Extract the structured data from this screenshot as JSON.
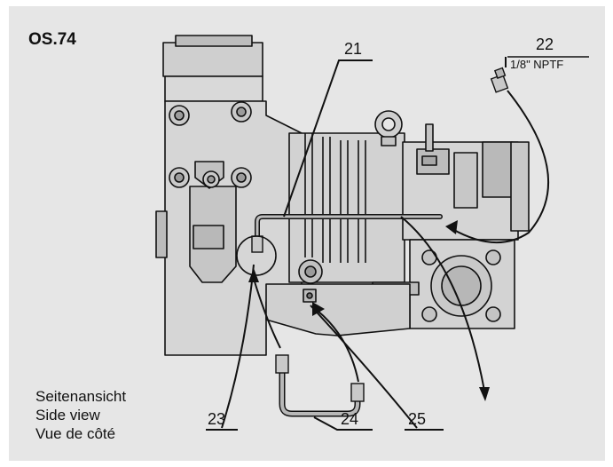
{
  "model_label": "OS.74",
  "captions": [
    "Seitenansicht",
    "Side view",
    "Vue de côté"
  ],
  "callouts": {
    "c21": "21",
    "c22": "22",
    "c22_note": "1/8\" NPTF",
    "c23": "23",
    "c24": "24",
    "c25": "25"
  },
  "colors": {
    "panel": "#e6e6e6",
    "metal": "#d4d4d4",
    "metal_dark": "#a9a9a9",
    "line": "#111111"
  }
}
